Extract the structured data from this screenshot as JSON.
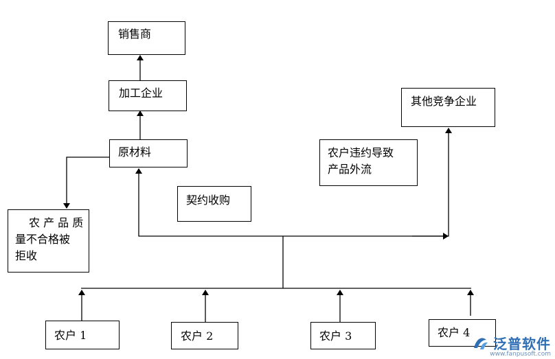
{
  "nodes": {
    "dealer": "销售商",
    "processor": "加工企业",
    "raw_material": "原材料",
    "competitor": "其他竞争企业",
    "contract": "契约收购",
    "violation": [
      "农户违约导致",
      "产品外流"
    ],
    "rejected": [
      "农 产 品 质",
      "量不合格被",
      "拒收"
    ],
    "farmer1": "农户 1",
    "farmer2": "农户 2",
    "farmer3": "农户 3",
    "farmer4": "农户 4"
  },
  "watermark": {
    "name": "泛普软件",
    "url": "www.fanpusoft.com"
  }
}
